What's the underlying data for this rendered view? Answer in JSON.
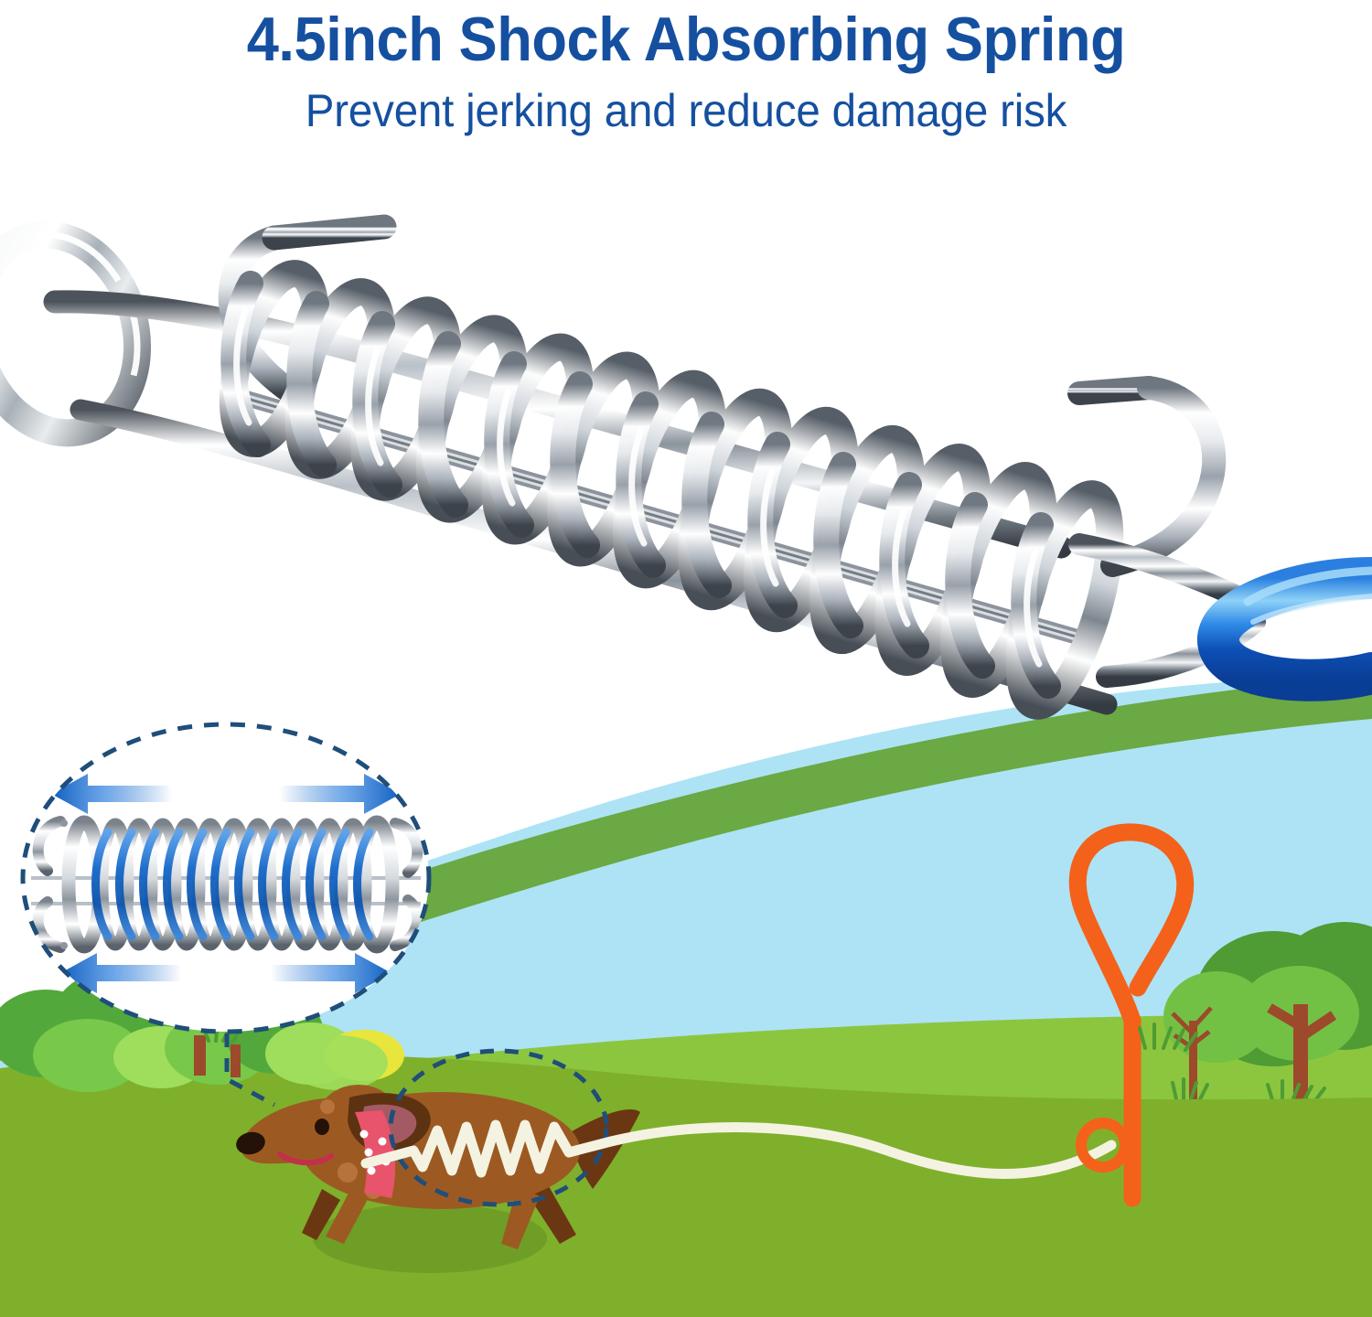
{
  "header": {
    "title": "4.5inch Shock Absorbing Spring",
    "subtitle": "Prevent jerking and reduce damage risk",
    "title_color": "#1550A0",
    "subtitle_color": "#1550A0"
  },
  "product_photo": {
    "alt": "Chrome shock absorbing spring with O-ring and blue steel cable",
    "parts": {
      "o_ring": "chrome o-ring",
      "spring": "chrome coil spring",
      "hook_left": "left chrome hook",
      "hook_right": "right chrome hook",
      "cable": "blue braided steel cable"
    },
    "colors": {
      "chrome_light": "#ffffff",
      "chrome_mid": "#c9ced4",
      "chrome_dark": "#5c646d",
      "chrome_shadow": "#2f353c",
      "cable_blue": "#1669d6",
      "cable_blue_light": "#6fc0f4"
    },
    "coil_count": 13
  },
  "scene": {
    "colors": {
      "white": "#ffffff",
      "sky": "#ade3f5",
      "green_band": "#6aa943",
      "grass_far": "#8cc63f",
      "grass_near": "#7fb02c",
      "grass_shadow": "#6f9e26",
      "tree_trunk": "#9c4a2b",
      "tree_leaf_dark": "#4f9b34",
      "tree_leaf_light": "#73c144",
      "bush_dark": "#53a83b",
      "bush_mid": "#78c84a",
      "bush_light": "#9ede5c",
      "bush_yellow": "#e8e53c",
      "dog_body": "#9c5a22",
      "dog_dark": "#6b3713",
      "dog_ear": "#5d3211",
      "dog_ear_inner": "#a45a63",
      "dog_nose": "#241108",
      "collar": "#e8546b",
      "leash": "#f4f3e2",
      "stake": "#f4611a",
      "dashed": "#1f4e7a",
      "arrow_blue": "#1467c8"
    },
    "magnifier": {
      "label": "magnified shock spring detail",
      "arrows": [
        "left",
        "right",
        "left",
        "right"
      ],
      "spring_highlight_color": "#1467c8",
      "coil_count": 12
    },
    "dog": {
      "label": "dachshund dog running",
      "collar_color": "#e8546b",
      "collar_dots": 5
    },
    "leash": {
      "label": "tie-out cable leash",
      "spring_zigzag_peaks": 7
    },
    "stake": {
      "label": "orange ground stake with loop handle"
    },
    "trees": {
      "count": 2
    },
    "bushes": {
      "count": 5
    }
  }
}
